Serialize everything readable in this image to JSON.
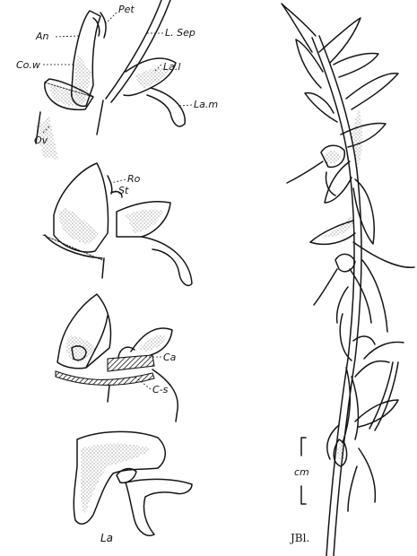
{
  "labels": {
    "pet": "Pet",
    "an": "An",
    "l_sep": "L. Sep",
    "co_w": "Co.w",
    "la_l": "La.l",
    "la_m": "La.m",
    "ov": "Ov",
    "ro": "Ro",
    "st": "St",
    "ca": "Ca",
    "c_s": "C-s",
    "la": "La"
  },
  "scale_bar": {
    "unit": "cm"
  },
  "signature": "JBl."
}
